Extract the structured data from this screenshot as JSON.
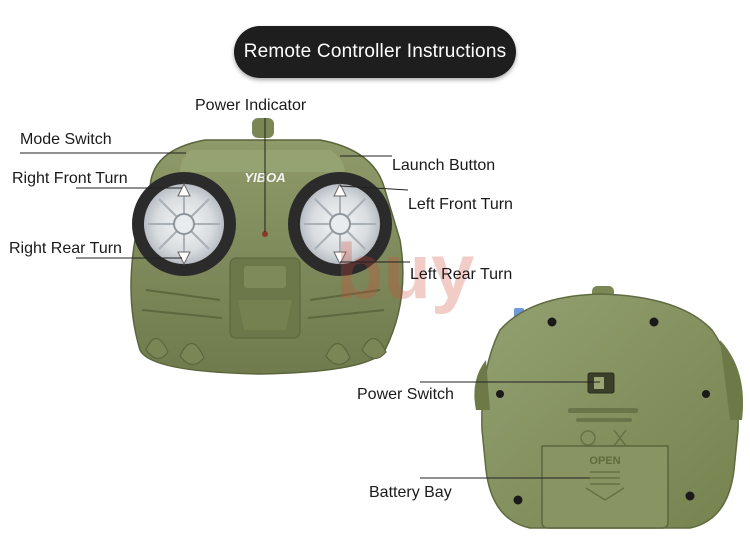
{
  "title": "Remote Controller Instructions",
  "brand_logo": "YIBOA",
  "watermark": "buy",
  "labels": {
    "power_indicator": "Power Indicator",
    "mode_switch": "Mode Switch",
    "right_front_turn": "Right Front Turn",
    "right_rear_turn": "Right Rear Turn",
    "launch_button": "Launch Button",
    "left_front_turn": "Left Front Turn",
    "left_rear_turn": "Left Rear Turn",
    "power_switch": "Power Switch",
    "battery_bay": "Battery Bay"
  },
  "back_panel": {
    "open_text": "OPEN"
  },
  "colors": {
    "body_green": "#7f8c5c",
    "body_dark": "#5f6b42",
    "body_light": "#94a06e",
    "title_bg": "#1e1e1e",
    "launch_blue": "#2f6fd0"
  }
}
